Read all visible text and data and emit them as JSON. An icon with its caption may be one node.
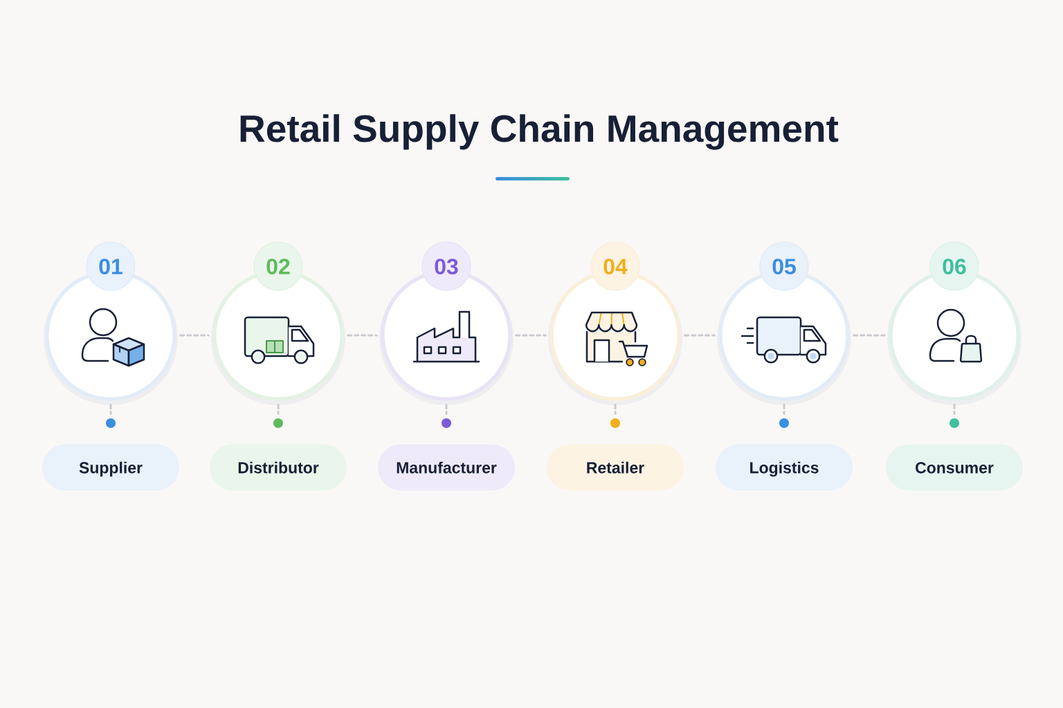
{
  "diagram": {
    "title": "Retail Supply Chain Management",
    "nodes": [
      {
        "text": [
          "01"
        ]
      },
      {
        "text": [],
        "shape": "circle"
      },
      {
        "text": [
          "Supplier"
        ]
      },
      {
        "text": [
          "02"
        ]
      },
      {
        "text": [],
        "shape": "circle"
      },
      {
        "text": [
          "Distributor"
        ]
      },
      {
        "text": [
          "03"
        ]
      },
      {
        "text": [],
        "shape": "circle"
      },
      {
        "text": [
          "Manufacturer"
        ]
      },
      {
        "text": [
          "04"
        ]
      },
      {
        "text": [],
        "shape": "circle"
      },
      {
        "text": [
          "Retailer"
        ]
      },
      {
        "text": [
          "05"
        ]
      },
      {
        "text": [],
        "shape": "circle"
      },
      {
        "text": [
          "Logistics"
        ]
      },
      {
        "text": [
          "06"
        ]
      },
      {
        "text": [],
        "shape": "circle"
      },
      {
        "text": [
          "Consumer"
        ]
      }
    ],
    "edges": [
      {
        "from": 0,
        "to": 3,
        "arrow": "none",
        "style": "dashed"
      },
      {
        "from": 3,
        "to": 6,
        "arrow": "none",
        "style": "dashed"
      },
      {
        "from": 6,
        "to": 9,
        "arrow": "none",
        "style": "dashed"
      },
      {
        "from": 9,
        "to": 12,
        "arrow": "none",
        "style": "dashed"
      },
      {
        "from": 12,
        "to": 15,
        "arrow": "none",
        "style": "dashed"
      },
      {
        "from": 0,
        "to": 1,
        "arrow": "none",
        "style": "dashed"
      },
      {
        "from": 3,
        "to": 4,
        "arrow": "none",
        "style": "dashed"
      },
      {
        "from": 6,
        "to": 7,
        "arrow": "none",
        "style": "dashed"
      },
      {
        "from": 9,
        "to": 10,
        "arrow": "none",
        "style": "dashed"
      },
      {
        "from": 12,
        "to": 13,
        "arrow": "none",
        "style": "dashed"
      },
      {
        "from": 15,
        "to": 16,
        "arrow": "none",
        "style": "dashed"
      }
    ]
  }
}
